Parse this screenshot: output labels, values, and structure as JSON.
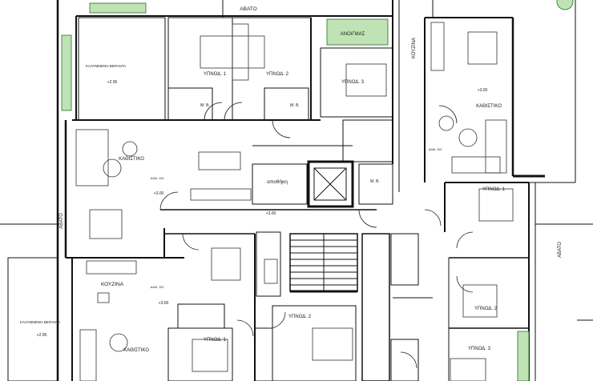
{
  "labels": {
    "avato_top": "ΑΒΑΤΟ",
    "avato_left": "ΑΒΑΤΟ",
    "avato_right": "ΑΒΑΤΟ",
    "anoigmas": "ΑΝΟΙΓΜΑΣ",
    "koyzina_vertical": "ΚΟΥΖΙΝΑ",
    "kalypsi_veranda_top": "ΚΑΛΥΜΜΕΝΗ ΒΕΡΑΝΤΑ",
    "kalypsi_veranda_bottom": "ΚΑΛΥΜΜΕΝΗ ΒΕΡΑΝΤΑ",
    "level_top": "+2.95",
    "level_bottom": "+2.95",
    "ypnod1_top": "ΥΠΝΟΔ. 1",
    "ypnod2_top": "ΥΠΝΟΔ. 2",
    "ypnod3_top": "ΥΠΝΟΔ. 3",
    "wc1": "Μ. Β.",
    "wc2": "Μ. Β.",
    "wc3": "Μ. Β.",
    "kathistiko_left": "ΚΑΘΙΣΤΙΚΟ",
    "dam_left": "ΔΑΜ. 103",
    "level_left": "+3.00",
    "apothiki": "αποθήκη",
    "level_corr": "+3.00",
    "kathistiko_right": "ΚΑΘΙΣΤΙΚΟ",
    "level_right": "+3.00",
    "dam_right": "ΔΑΜ. 103",
    "ypnod1_right": "ΥΠΝΟΔ. 1",
    "ypnod2_right": "ΥΠΝΟΔ. 2",
    "ypnod3_right": "ΥΠΝΟΔ. 3",
    "koyzina_bottom": "ΚΟΥΖΙΝΑ",
    "dam_bottom": "ΔΑΜ. 102",
    "level_bottom_left": "+3.00",
    "kathistiko_bottom": "ΚΑΘΙΣΤΙΚΟ",
    "ypnod2_bottom": "ΥΠΝΟΔ. 2",
    "ypnod1_bottom": "ΥΠΝΟΔ. 1"
  }
}
